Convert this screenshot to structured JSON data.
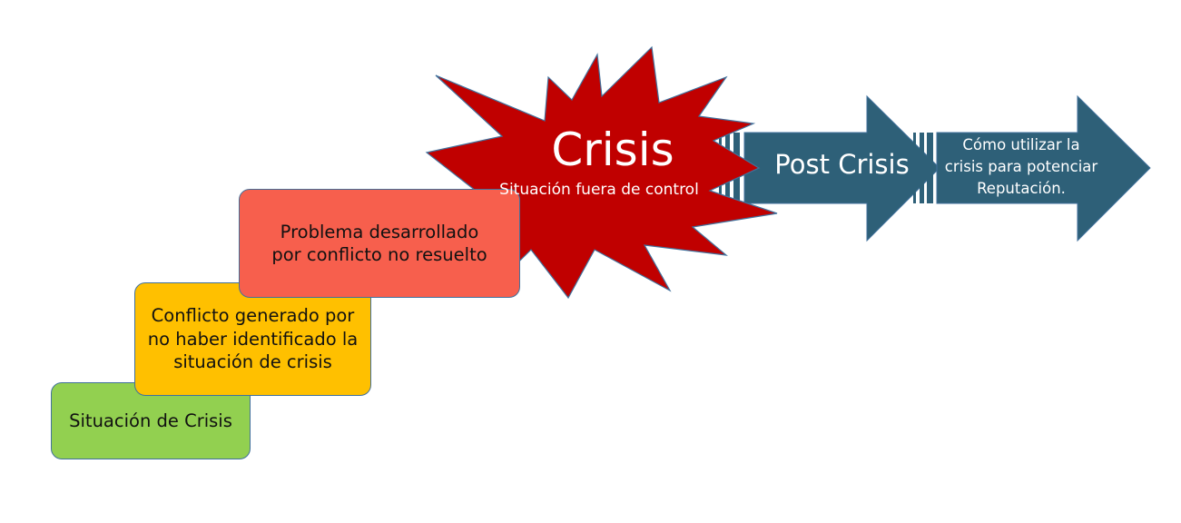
{
  "steps": [
    {
      "id": "situacion",
      "lines": [
        "Situación de Crisis"
      ],
      "color": "#92d050"
    },
    {
      "id": "conflicto",
      "lines": [
        "Conflicto generado por",
        "no haber identificado la",
        "situación de crisis"
      ],
      "color": "#ffc000"
    },
    {
      "id": "problema",
      "lines": [
        "Problema desarrollado",
        "por conflicto no resuelto"
      ],
      "color": "#f75f4d"
    }
  ],
  "crisis": {
    "title": "Crisis",
    "subtitle": "Situación fuera de control",
    "color": "#c00000"
  },
  "post_crisis": {
    "label": "Post Crisis",
    "color": "#2e6078"
  },
  "reputation": {
    "lines": [
      "Cómo utilizar la",
      "crisis para potenciar",
      "Reputación."
    ],
    "color": "#2e6078"
  },
  "colors": {
    "border": "#41719c",
    "text_dark": "#111111",
    "text_light": "#ffffff"
  }
}
